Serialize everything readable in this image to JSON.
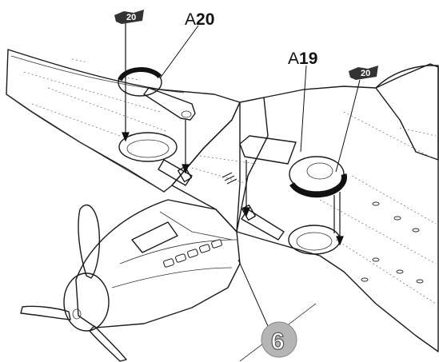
{
  "callouts": {
    "part_left": {
      "prefix": "A",
      "number": "20"
    },
    "part_right": {
      "prefix": "A",
      "number": "19"
    }
  },
  "glue_badges": {
    "left": "20",
    "right": "20"
  },
  "step_number": "6",
  "colors": {
    "line": "#1a1a1a",
    "badge": "#333333",
    "step_circle": "#b5b5b5"
  }
}
